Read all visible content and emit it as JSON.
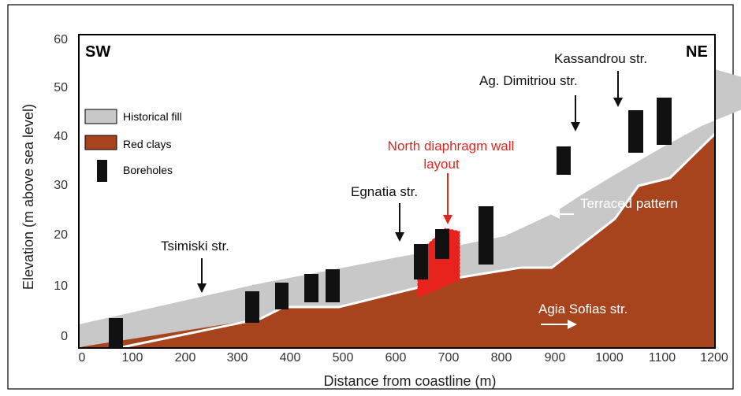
{
  "axes": {
    "xlabel": "Distance from coastline (m)",
    "ylabel": "Elevation (m above sea level)",
    "x_ticks": [
      "0",
      "100",
      "200",
      "300",
      "400",
      "500",
      "600",
      "700",
      "800",
      "900",
      "1000",
      "1100",
      "1200"
    ],
    "y_ticks": [
      "0",
      "10",
      "20",
      "30",
      "40",
      "50",
      "60"
    ]
  },
  "corners": {
    "left": "SW",
    "right": "NE"
  },
  "legend": {
    "fill": "Historical fill",
    "clay": "Red clays",
    "borehole": "Boreholes"
  },
  "labels": {
    "tsimiski": "Tsimiski str.",
    "egnatia": "Egnatia str.",
    "dimitriou": "Ag. Dimitriou str.",
    "kassandrou": "Kassandrou str.",
    "wall_line1": "North diaphragm wall",
    "wall_line2": "layout",
    "terraced": "Terraced pattern",
    "agia_sofias": "Agia Sofias str."
  },
  "colors": {
    "fill": "#c8c8c8",
    "clay": "#a8441d",
    "borehole": "#111111",
    "wall": "#e8231e",
    "wall_text": "#e0261f"
  }
}
